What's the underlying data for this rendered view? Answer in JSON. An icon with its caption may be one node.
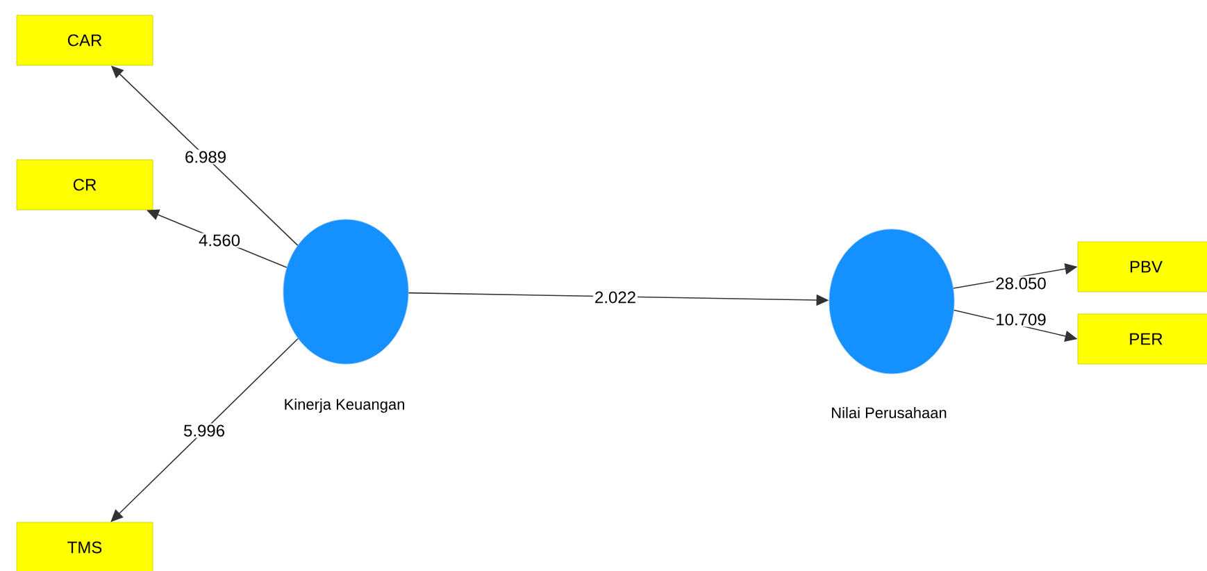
{
  "diagram": {
    "nodes": [
      {
        "text": [
          "CAR"
        ]
      },
      {
        "text": [
          "CR"
        ]
      },
      {
        "text": [
          "Kinerja Keuangan"
        ]
      },
      {
        "text": [
          "TMS"
        ]
      },
      {
        "text": [
          "Nilai Perusahaan"
        ]
      },
      {
        "text": [
          "PBV"
        ]
      },
      {
        "text": [
          "PER"
        ]
      }
    ],
    "edges": [
      {
        "from": 2,
        "to": 0,
        "arrow": "to",
        "label": "6.989"
      },
      {
        "from": 2,
        "to": 1,
        "arrow": "to",
        "label": "4.560"
      },
      {
        "from": 2,
        "to": 3,
        "arrow": "to",
        "label": "5.996"
      },
      {
        "from": 2,
        "to": 4,
        "arrow": "to",
        "label": "2.022"
      },
      {
        "from": 4,
        "to": 5,
        "arrow": "to",
        "label": "28.050"
      },
      {
        "from": 4,
        "to": 6,
        "arrow": "to",
        "label": "10.709"
      }
    ]
  }
}
